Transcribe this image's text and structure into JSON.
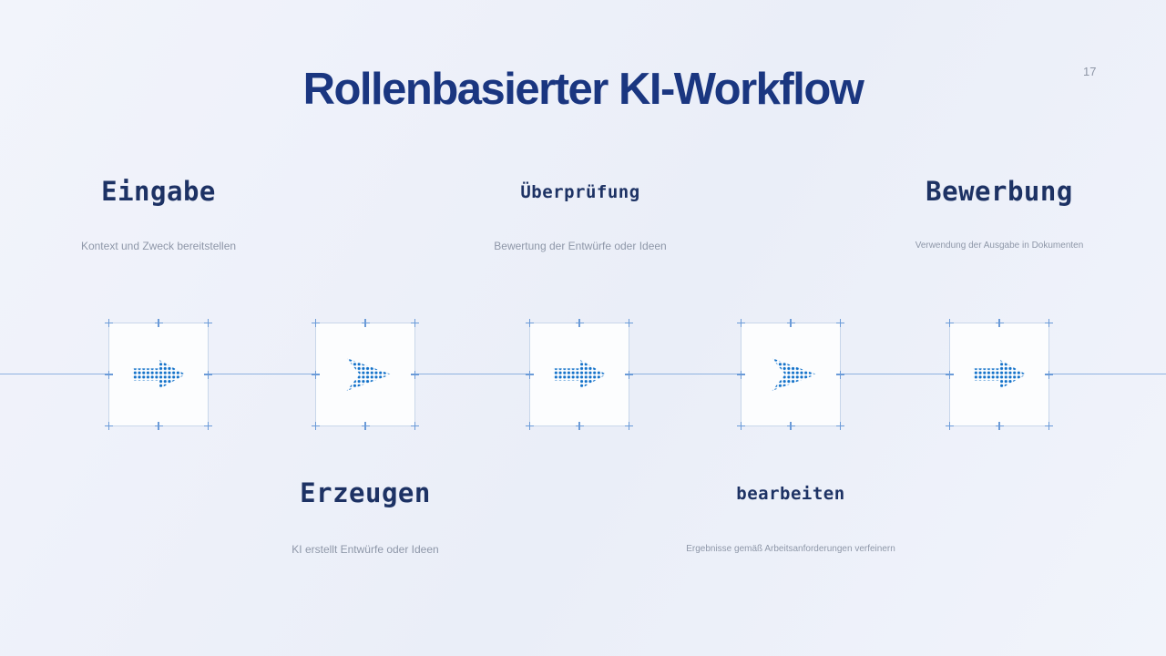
{
  "page": {
    "number": "17",
    "title": "Rollenbasierter KI-Workflow"
  },
  "steps": [
    {
      "title": "Eingabe",
      "subtitle": "Kontext und Zweck bereitstellen",
      "position": "above",
      "icon": "dotted-arrow-right-icon"
    },
    {
      "title": "Erzeugen",
      "subtitle": "KI erstellt Entwürfe oder Ideen",
      "position": "below",
      "icon": "dotted-chevron-right-icon"
    },
    {
      "title": "Überprüfung",
      "subtitle": "Bewertung der Entwürfe oder Ideen",
      "position": "above",
      "icon": "dotted-arrow-right-icon"
    },
    {
      "title": "bearbeiten",
      "subtitle": "Ergebnisse gemäß Arbeitsanforderungen verfeinern",
      "position": "below",
      "icon": "dotted-chevron-right-icon"
    },
    {
      "title": "Bewerbung",
      "subtitle": "Verwendung der Ausgabe in Dokumenten",
      "position": "above",
      "icon": "dotted-arrow-right-icon"
    }
  ],
  "colors": {
    "accent_blue": "#1271c9",
    "title_navy": "#1a3680",
    "step_navy": "#1d3264",
    "background": "#eef1f9",
    "timeline": "#8fb2e0"
  }
}
